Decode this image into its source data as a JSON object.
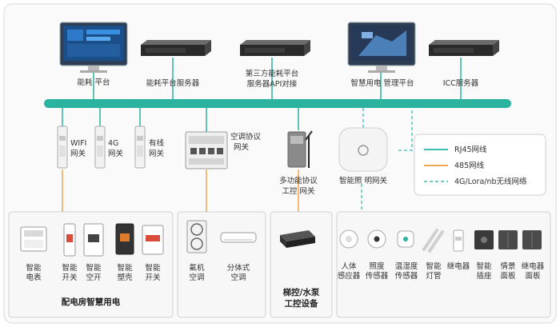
{
  "top": {
    "energy_platform": "能耗 平台",
    "energy_server": "能耗平台服务器",
    "third_party_l1": "第三方能耗平台",
    "third_party_l2": "服务器API对接",
    "smart_platform": "智慧用电 管理平台",
    "icc_server": "ICC服务器"
  },
  "gateways": {
    "wifi_l1": "WIFI",
    "wifi_l2": "网关",
    "g4_l1": "4G",
    "g4_l2": "网关",
    "wired_l1": "有线",
    "wired_l2": "网关",
    "ac_l1": "空调协议",
    "ac_l2": "网关",
    "multi_l1": "多功能协议",
    "multi_l2": "工控 网关",
    "lighting": "智能照 明网关"
  },
  "legend": {
    "rj45": "RJ45网线",
    "line485": "485网线",
    "wireless": "4G/Lora/nb无线网络",
    "color_rj45": "#3dbfae",
    "color_485": "#f0a850",
    "color_wireless": "#3dbfae"
  },
  "panel_left": {
    "title": "配电房智慧用电",
    "devices": [
      {
        "l1": "智能",
        "l2": "电表"
      },
      {
        "l1": "智能",
        "l2": "开关"
      },
      {
        "l1": "智能",
        "l2": "空开"
      },
      {
        "l1": "智能",
        "l2": "塑壳"
      },
      {
        "l1": "智能",
        "l2": "开关"
      }
    ]
  },
  "panel_ac": {
    "devices": [
      {
        "l1": "氟机",
        "l2": "空调"
      },
      {
        "l1": "分体式",
        "l2": "空调"
      }
    ]
  },
  "panel_pump": {
    "title_l1": "梯控/水泵",
    "title_l2": "工控设备"
  },
  "panel_right": {
    "devices": [
      {
        "l1": "人体",
        "l2": "感应器"
      },
      {
        "l1": "照度",
        "l2": "传感器"
      },
      {
        "l1": "温湿度",
        "l2": "传感器"
      },
      {
        "l1": "智能",
        "l2": "灯管"
      },
      {
        "l1": "继电器",
        "l2": ""
      },
      {
        "l1": "智能",
        "l2": "插座"
      },
      {
        "l1": "情景",
        "l2": "面板"
      },
      {
        "l1": "继电器",
        "l2": "面板"
      }
    ]
  },
  "colors": {
    "bus": "#2bb3a0",
    "line485": "#f0a850",
    "frame": "#d9d9d9",
    "panel_bg": "#f7f7f7"
  }
}
